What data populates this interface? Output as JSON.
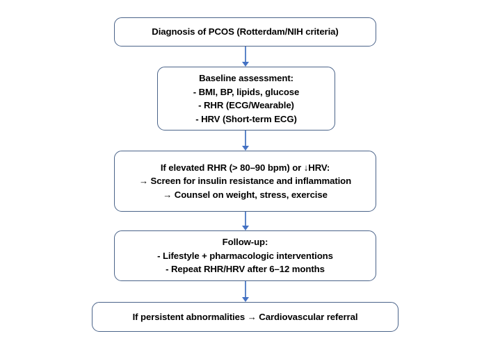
{
  "diagram": {
    "type": "flowchart",
    "orientation": "top-to-bottom",
    "accent_color": "#4472c4",
    "node_border_color": "#4a6389",
    "node_fill_color": "#ffffff",
    "background_color": "#ffffff",
    "nodes": [
      {
        "id": "diagnosis",
        "text": "Diagnosis of PCOS (Rotterdam/NIH criteria)"
      },
      {
        "id": "baseline",
        "text": "Baseline assessment:\n- BMI, BP, lipids, glucose\n- RHR (ECG/Wearable)\n- HRV (Short-term ECG)"
      },
      {
        "id": "elevated",
        "text": "If elevated RHR (> 80–90 bpm) or ↓HRV:\n→ Screen for insulin resistance and inflammation\n→ Counsel on weight, stress, exercise"
      },
      {
        "id": "followup",
        "text": "Follow-up:\n- Lifestyle + pharmacologic interventions\n- Repeat RHR/HRV after 6–12 months"
      },
      {
        "id": "referral",
        "text": "If persistent abnormalities → Cardiovascular referral"
      }
    ],
    "connectors": [
      {
        "id": "c1",
        "from": "diagnosis",
        "to": "baseline",
        "style": "arrow-down"
      },
      {
        "id": "c2",
        "from": "baseline",
        "to": "elevated",
        "style": "arrow-down"
      },
      {
        "id": "c3",
        "from": "elevated",
        "to": "followup",
        "style": "arrow-down"
      },
      {
        "id": "c4",
        "from": "followup",
        "to": "referral",
        "style": "arrow-down"
      }
    ]
  }
}
